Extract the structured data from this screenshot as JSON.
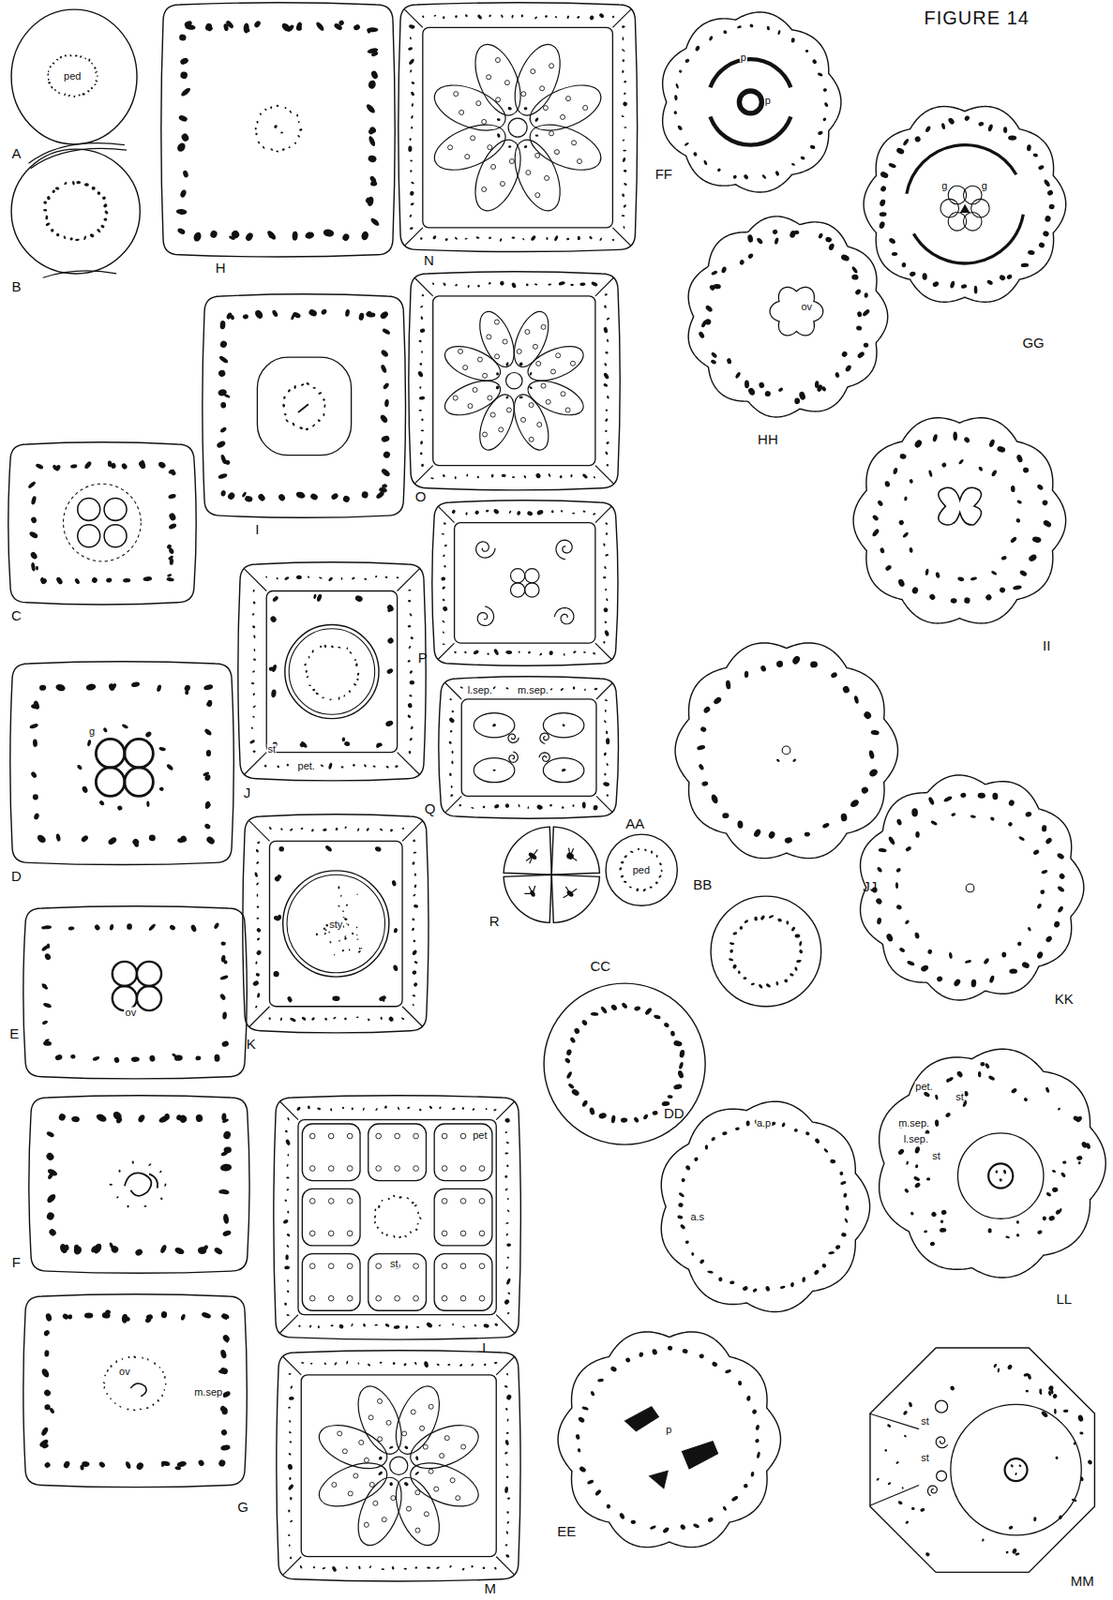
{
  "diagram": {
    "title": "FIGURE 14",
    "nodes": [
      {
        "text": [
          "A",
          "ped"
        ]
      },
      {
        "text": [
          "B"
        ]
      },
      {
        "text": [
          "C"
        ]
      },
      {
        "text": [
          "D",
          "g"
        ]
      },
      {
        "text": [
          "E",
          "ov"
        ]
      },
      {
        "text": [
          "F"
        ]
      },
      {
        "text": [
          "G",
          "ov",
          "m.sep"
        ]
      },
      {
        "text": [
          "H"
        ]
      },
      {
        "text": [
          "I"
        ]
      },
      {
        "text": [
          "J",
          "st",
          "pet."
        ]
      },
      {
        "text": [
          "K",
          "sty"
        ]
      },
      {
        "text": [
          "L",
          "pet",
          "st"
        ]
      },
      {
        "text": [
          "M"
        ]
      },
      {
        "text": [
          "N"
        ]
      },
      {
        "text": [
          "O"
        ]
      },
      {
        "text": [
          "P"
        ]
      },
      {
        "text": [
          "Q",
          "l.sep.",
          "m.sep."
        ]
      },
      {
        "text": [
          "R"
        ]
      },
      {
        "text": [
          "AA",
          "ped"
        ]
      },
      {
        "text": [
          "BB"
        ]
      },
      {
        "text": [
          "CC"
        ]
      },
      {
        "text": [
          "DD",
          "a.p",
          "a.s"
        ]
      },
      {
        "text": [
          "EE",
          "p"
        ]
      },
      {
        "text": [
          "FF",
          "p",
          "p"
        ]
      },
      {
        "text": [
          "GG",
          "g",
          "g"
        ]
      },
      {
        "text": [
          "HH",
          "ov"
        ]
      },
      {
        "text": [
          "II"
        ]
      },
      {
        "text": [
          "JJ"
        ]
      },
      {
        "text": [
          "KK"
        ]
      },
      {
        "text": [
          "LL",
          "pet.",
          "st",
          "m.sep.",
          "l.sep.",
          "st"
        ]
      },
      {
        "text": [
          "MM",
          "st",
          "st"
        ]
      }
    ]
  }
}
